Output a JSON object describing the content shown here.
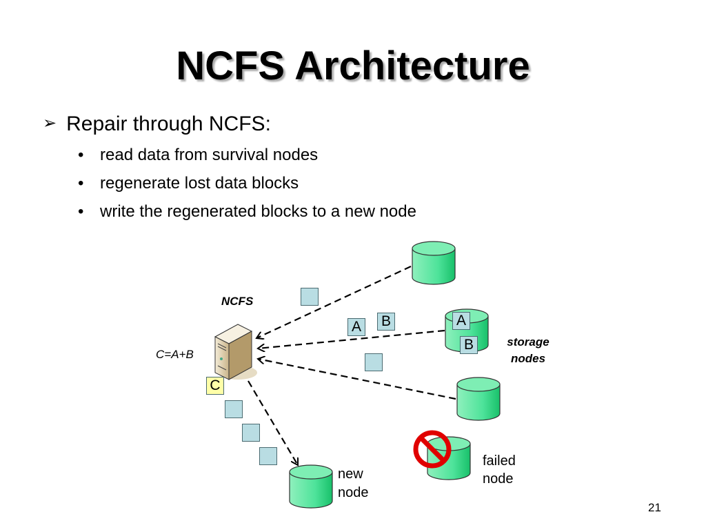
{
  "title": "NCFS Architecture",
  "bullet": "Repair through NCFS:",
  "sub_bullets": [
    "read data from survival nodes",
    "regenerate lost data blocks",
    "write the regenerated blocks to a new node"
  ],
  "diagram": {
    "ncfs_label": "NCFS",
    "formula": "C=A+B",
    "block_a": "A",
    "block_b": "B",
    "block_c": "C",
    "storage_label_1": "storage",
    "storage_label_2": "nodes",
    "failed_label_1": "failed",
    "failed_label_2": "node",
    "new_label_1": "new",
    "new_label_2": "node"
  },
  "page_number": "21",
  "colors": {
    "cylinder": "#3ddc8e",
    "block": "#b9dde3",
    "block_c": "#ffffa8",
    "prohibit": "#e00000"
  }
}
